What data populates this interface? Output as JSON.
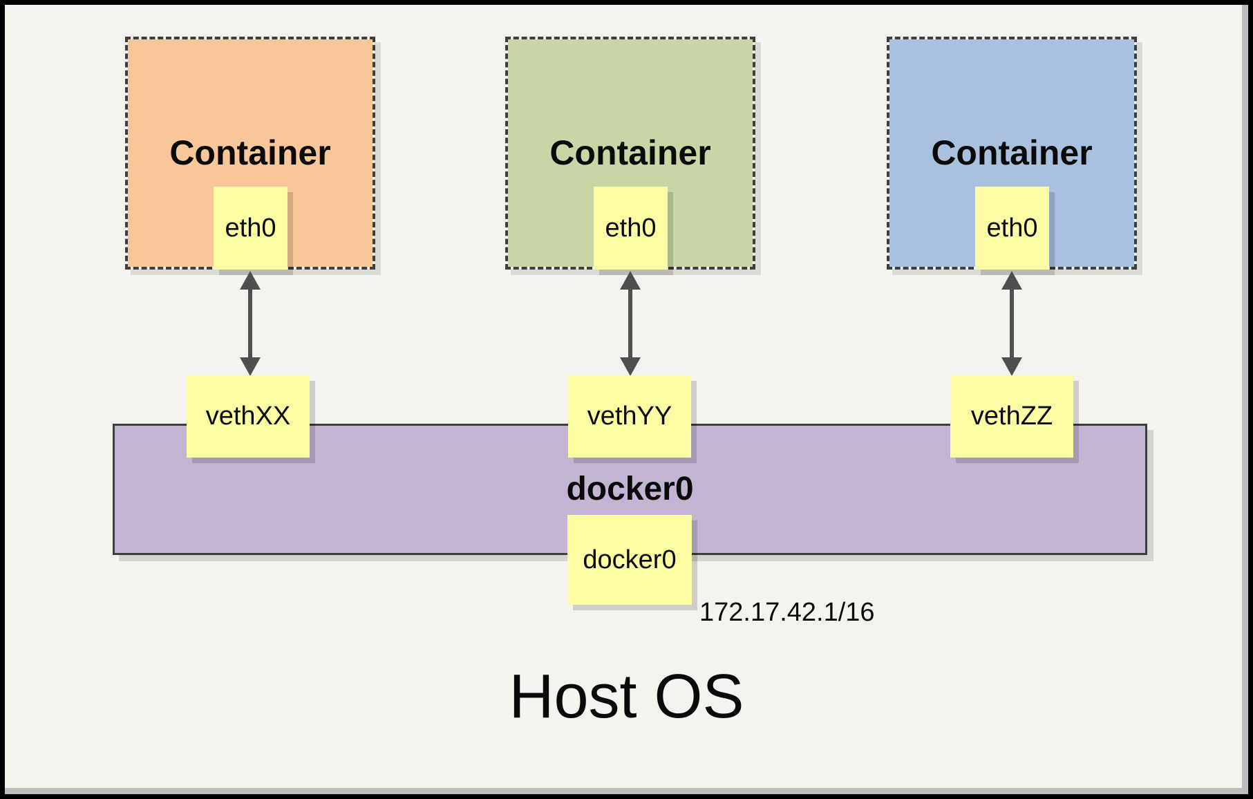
{
  "diagram": {
    "title": "Host OS",
    "containers": [
      {
        "label": "Container",
        "interface": "eth0",
        "veth": "vethXX",
        "color": "#F8C799"
      },
      {
        "label": "Container",
        "interface": "eth0",
        "veth": "vethYY",
        "color": "#C8D6A5"
      },
      {
        "label": "Container",
        "interface": "eth0",
        "veth": "vethZZ",
        "color": "#A9C0DF"
      }
    ],
    "bridge": {
      "label": "docker0",
      "interface": "docker0",
      "ip": "172.17.42.1/16",
      "color": "#C3B4D4"
    },
    "colors": {
      "background": "#F4F3EE",
      "node_yellow": "#FBFCA3",
      "border_dark": "#3E3E3E",
      "arrow": "#4F4F4F",
      "frame": "#000000",
      "page_shadow": "#BDBDBD"
    }
  }
}
